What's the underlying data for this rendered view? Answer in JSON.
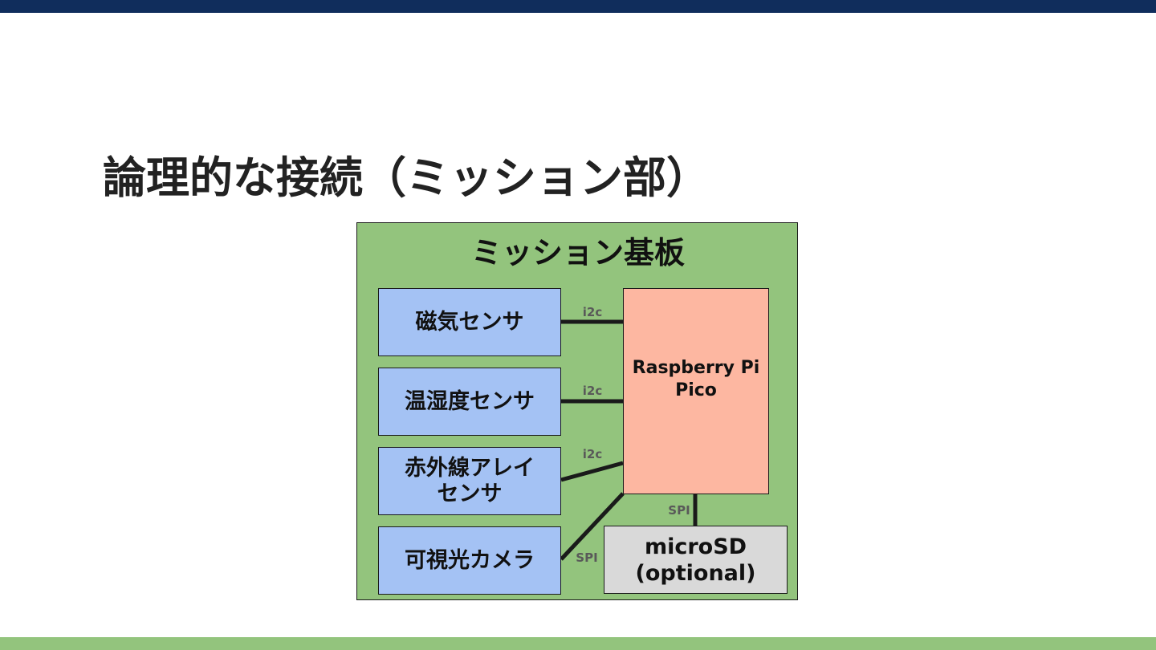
{
  "slide": {
    "title": "論理的な接続（ミッション部）"
  },
  "diagram": {
    "board_title": "ミッション基板",
    "sensors": [
      {
        "label": "磁気センサ",
        "link": "i2c"
      },
      {
        "label": "温湿度センサ",
        "link": "i2c"
      },
      {
        "label": "赤外線アレイ\nセンサ",
        "link": "i2c"
      },
      {
        "label": "可視光カメラ",
        "link": "SPI"
      }
    ],
    "controller": {
      "label": "Raspberry Pi\nPico"
    },
    "storage": {
      "label": "microSD\n(optional)",
      "link": "SPI"
    }
  },
  "colors": {
    "top_bar": "#102d5c",
    "bottom_bar": "#93c47d",
    "board": "#93c47d",
    "sensor": "#a4c2f4",
    "controller": "#fdb7a1",
    "storage": "#d9d9d9",
    "wire": "#1a1a1a"
  }
}
